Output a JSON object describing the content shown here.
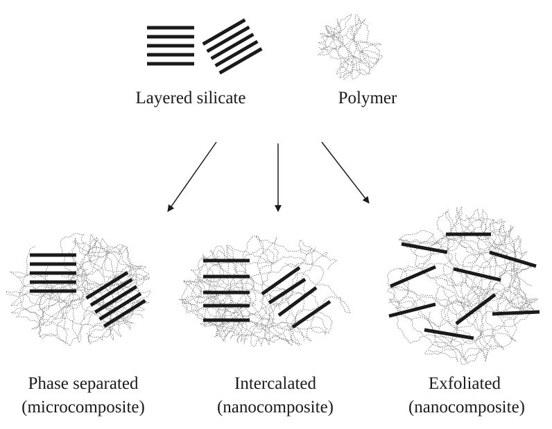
{
  "labels": {
    "layered_silicate": "Layered silicate",
    "polymer": "Polymer",
    "phase_separated_line1": "Phase separated",
    "phase_separated_line2": "(microcomposite)",
    "intercalated_line1": "Intercalated",
    "intercalated_line2": "(nanocomposite)",
    "exfoliated_line1": "Exfoliated",
    "exfoliated_line2": "(nanocomposite)"
  },
  "colors": {
    "ink": "#1a1a1a",
    "polymer_line": "#8a8a8a"
  }
}
